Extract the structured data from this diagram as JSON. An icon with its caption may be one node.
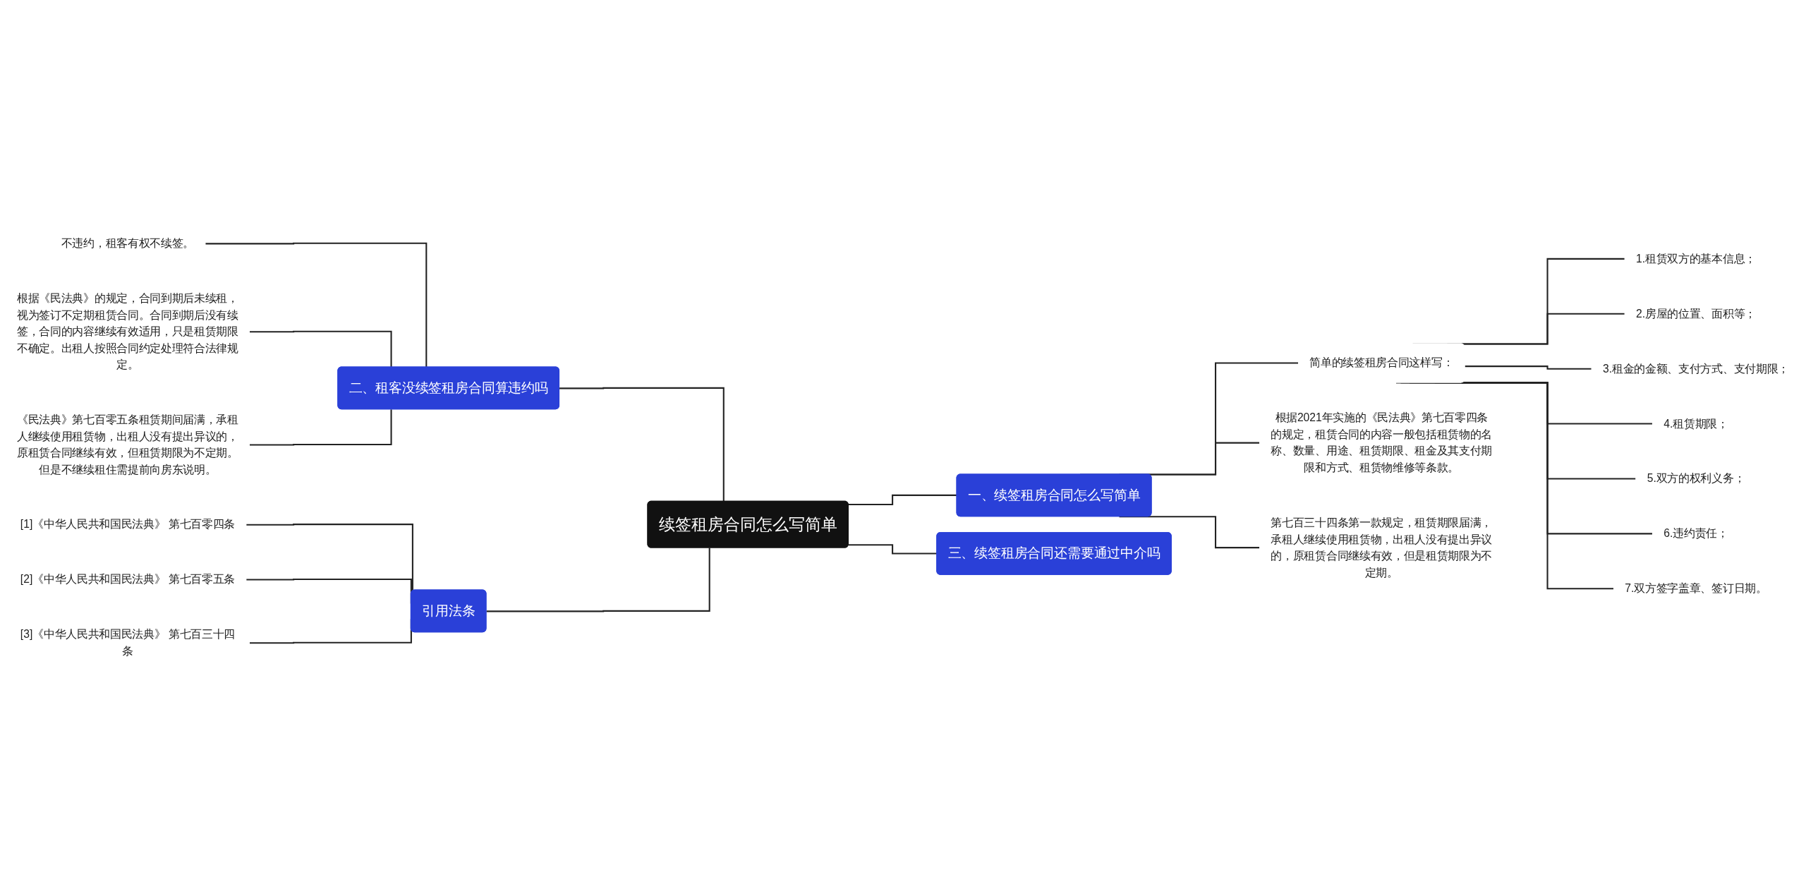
{
  "diagram": {
    "nodes": [
      {
        "text": [
          "续签租房合同怎么写简单"
        ]
      },
      {
        "text": [
          "一、续签租房合同怎么写简单"
        ]
      },
      {
        "text": [
          "简单的续签租房合同这样写："
        ]
      },
      {
        "text": [
          "1.租赁双方的基本信息；"
        ]
      },
      {
        "text": [
          "2.房屋的位置、面积等；"
        ]
      },
      {
        "text": [
          "3.租金的金额、支付方式、支付期限；"
        ]
      },
      {
        "text": [
          "4.租赁期限；"
        ]
      },
      {
        "text": [
          "5.双方的权利义务；"
        ]
      },
      {
        "text": [
          "6.违约责任；"
        ]
      },
      {
        "text": [
          "7.双方签字盖章、签订日期。"
        ]
      },
      {
        "text": [
          "根据2021年实施的《民法典》第七百零四条的规定，租赁合同的内容一般包括租赁物的名称、数量、用途、租赁期限、租金及其支付期限和方式、租赁物维修等条款。"
        ]
      },
      {
        "text": [
          "第七百三十四条第一款规定，租赁期限届满，承租人继续使用租赁物，出租人没有提出异议的，原租赁合同继续有效，但是租赁期限为不定期。"
        ]
      },
      {
        "text": [
          "三、续签租房合同还需要通过中介吗"
        ]
      },
      {
        "text": [
          "二、租客没续签租房合同算违约吗"
        ]
      },
      {
        "text": [
          "不违约，租客有权不续签。"
        ]
      },
      {
        "text": [
          "根据《民法典》的规定，合同到期后未续租，视为签订不定期租赁合同。合同到期后没有续签，合同的内容继续有效适用，只是租赁期限不确定。出租人按照合同约定处理符合法律规定。"
        ]
      },
      {
        "text": [
          "《民法典》第七百零五条租赁期间届满，承租人继续使用租赁物，出租人没有提出异议的，原租赁合同继续有效，但租赁期限为不定期。但是不继续租住需提前向房东说明。"
        ]
      },
      {
        "text": [
          "引用法条"
        ]
      },
      {
        "text": [
          "[1]《中华人民共和国民法典》 第七百零四条"
        ]
      },
      {
        "text": [
          "[2]《中华人民共和国民法典》 第七百零五条"
        ]
      },
      {
        "text": [
          "[3]《中华人民共和国民法典》 第七百三十四条"
        ]
      }
    ],
    "edges": [
      {
        "from": 0,
        "to": 1,
        "arrow": "none"
      },
      {
        "from": 1,
        "to": 2,
        "arrow": "none"
      },
      {
        "from": 2,
        "to": 3,
        "arrow": "none"
      },
      {
        "from": 2,
        "to": 4,
        "arrow": "none"
      },
      {
        "from": 2,
        "to": 5,
        "arrow": "none"
      },
      {
        "from": 2,
        "to": 6,
        "arrow": "none"
      },
      {
        "from": 2,
        "to": 7,
        "arrow": "none"
      },
      {
        "from": 2,
        "to": 8,
        "arrow": "none"
      },
      {
        "from": 2,
        "to": 9,
        "arrow": "none"
      },
      {
        "from": 1,
        "to": 10,
        "arrow": "none"
      },
      {
        "from": 1,
        "to": 11,
        "arrow": "none"
      },
      {
        "from": 0,
        "to": 12,
        "arrow": "none"
      },
      {
        "from": 13,
        "to": 0,
        "arrow": "none"
      },
      {
        "from": 14,
        "to": 13,
        "arrow": "none"
      },
      {
        "from": 15,
        "to": 13,
        "arrow": "none"
      },
      {
        "from": 16,
        "to": 13,
        "arrow": "none"
      },
      {
        "from": 17,
        "to": 0,
        "arrow": "none"
      },
      {
        "from": 18,
        "to": 17,
        "arrow": "none"
      },
      {
        "from": 19,
        "to": 17,
        "arrow": "none"
      },
      {
        "from": 20,
        "to": 17,
        "arrow": "none"
      }
    ]
  }
}
